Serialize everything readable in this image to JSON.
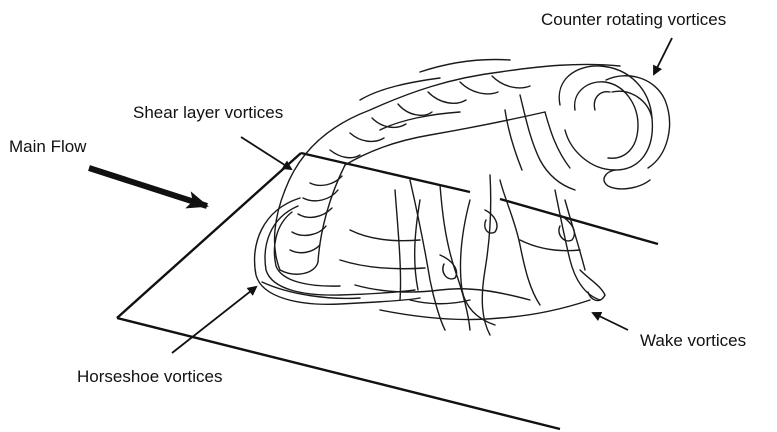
{
  "labels": {
    "counter_rotating": "Counter rotating vortices",
    "shear_layer": "Shear layer vortices",
    "main_flow": "Main Flow",
    "wake": "Wake vortices",
    "horseshoe": "Horseshoe vortices"
  },
  "colors": {
    "ink": "#111111",
    "background": "#ffffff"
  }
}
